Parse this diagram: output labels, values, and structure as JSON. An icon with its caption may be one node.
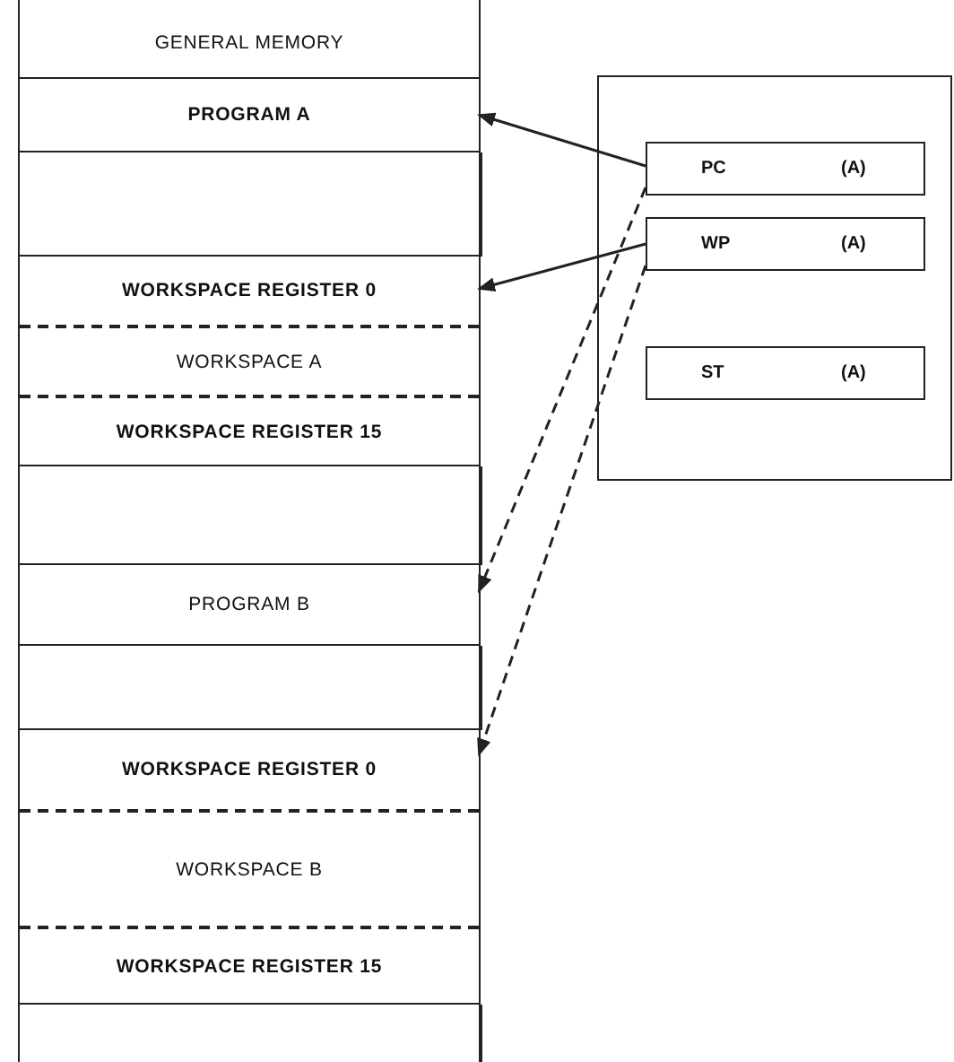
{
  "diagram": {
    "nodes": [
      {
        "text": [
          "GENERAL MEMORY"
        ]
      },
      {
        "text": [
          "PROGRAM A"
        ],
        "in": 0
      },
      {
        "text": [],
        "shape": "box",
        "in": 0
      },
      {
        "text": [
          "WORKSPACE REGISTER 0"
        ],
        "in": 0
      },
      {
        "text": [
          "WORKSPACE A"
        ],
        "in": 0
      },
      {
        "text": [
          "WORKSPACE REGISTER 15"
        ],
        "in": 0
      },
      {
        "text": [],
        "shape": "box",
        "in": 0
      },
      {
        "text": [
          "PROGRAM B"
        ],
        "in": 0
      },
      {
        "text": [],
        "shape": "box",
        "in": 0
      },
      {
        "text": [
          "WORKSPACE REGISTER 0"
        ],
        "in": 0
      },
      {
        "text": [
          "WORKSPACE B"
        ],
        "in": 0
      },
      {
        "text": [
          "WORKSPACE REGISTER 15"
        ],
        "in": 0
      },
      {
        "text": [],
        "shape": "box",
        "in": 0
      },
      {
        "text": [],
        "shape": "box"
      },
      {
        "text": [
          "PC",
          "(A)"
        ],
        "in": 13
      },
      {
        "text": [
          "WP",
          "(A)"
        ],
        "in": 13
      },
      {
        "text": [
          "ST",
          "(A)"
        ],
        "in": 13
      }
    ],
    "edges": [
      {
        "from": 14,
        "to": 1,
        "arrow": "to"
      },
      {
        "from": 15,
        "to": 3,
        "arrow": "to"
      },
      {
        "from": 14,
        "to": 7,
        "arrow": "to",
        "style": "dashed"
      },
      {
        "from": 15,
        "to": 9,
        "arrow": "to",
        "style": "dashed"
      }
    ]
  }
}
